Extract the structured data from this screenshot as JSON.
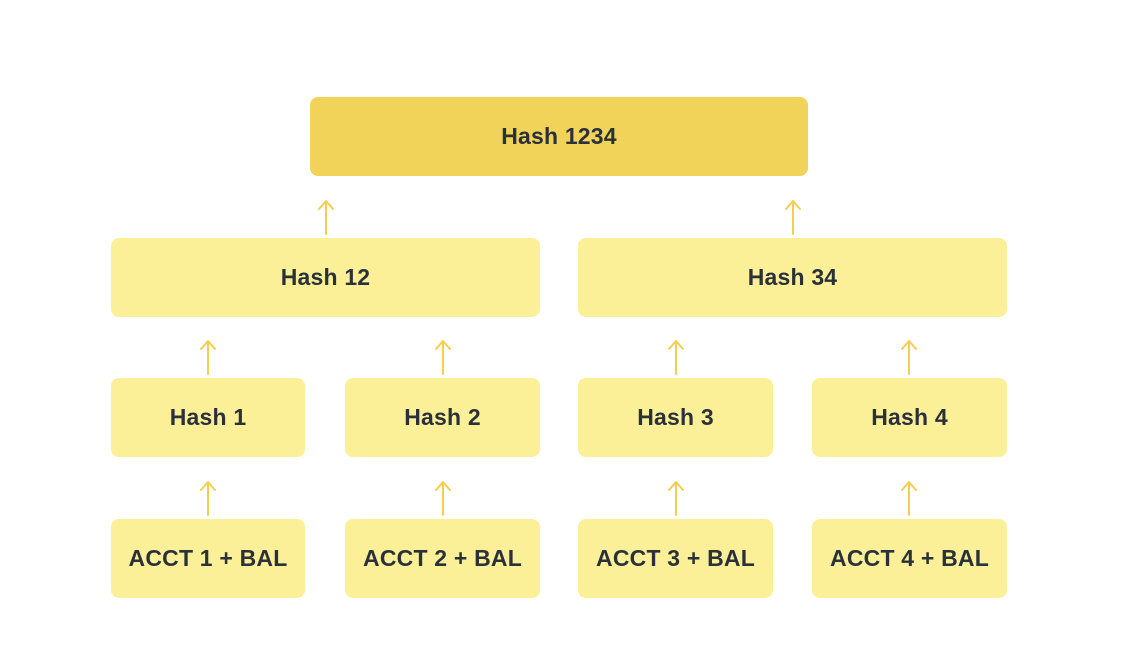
{
  "colors": {
    "background": "#ffffff",
    "root_fill": "#f2d35a",
    "node_fill": "#fbf098",
    "arrow": "#f5ce50",
    "text": "#2b3139"
  },
  "tree": {
    "root": {
      "label": "Hash 1234"
    },
    "branches": [
      {
        "label": "Hash 12"
      },
      {
        "label": "Hash 34"
      }
    ],
    "hashes": [
      {
        "label": "Hash 1"
      },
      {
        "label": "Hash 2"
      },
      {
        "label": "Hash 3"
      },
      {
        "label": "Hash 4"
      }
    ],
    "accounts": [
      {
        "label": "ACCT 1 + BAL"
      },
      {
        "label": "ACCT 2 + BAL"
      },
      {
        "label": "ACCT 3 + BAL"
      },
      {
        "label": "ACCT 4 + BAL"
      }
    ]
  }
}
